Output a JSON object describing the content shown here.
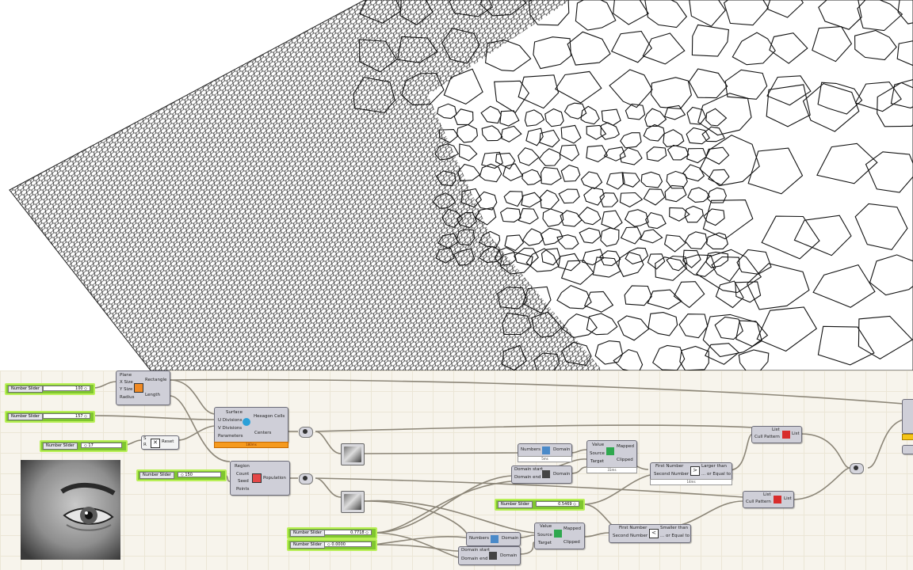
{
  "viewport": {
    "description_icon": "voronoi-mesh-render"
  },
  "sliders": [
    {
      "label": "Number Slider",
      "value": "100 ◇"
    },
    {
      "label": "Number Slider",
      "value": "157 ◇"
    },
    {
      "label": "Number Slider",
      "value": "◇ 17"
    },
    {
      "label": "Number Slider",
      "value": "◇ 150"
    },
    {
      "label": "Number Slider",
      "value": "0.5469 ◇"
    },
    {
      "label": "Number Slider",
      "value": "0.7718 ◇"
    },
    {
      "label": "Number Slider",
      "value": "◇ 0.0000"
    }
  ],
  "nodes": {
    "rectangle": {
      "inputs": [
        "Plane",
        "X Size",
        "Y Size",
        "Radius"
      ],
      "outputs": [
        "Rectangle",
        "Length"
      ]
    },
    "hexagon": {
      "inputs": [
        "Surface",
        "U Divisions",
        "V Divisions",
        "Parameters"
      ],
      "outputs": [
        "Hexagon Cells",
        "Centers"
      ],
      "timer": "180ms"
    },
    "reset": {
      "inputs": [
        "S",
        "R"
      ],
      "label": "Reset"
    },
    "populate": {
      "inputs": [
        "Region",
        "Count",
        "Seed",
        "Points"
      ],
      "output": "Population"
    },
    "domain1": {
      "input": "Numbers",
      "output": "Domain",
      "timer": "5ms"
    },
    "remap1": {
      "inputs": [
        "Value",
        "Source",
        "Target"
      ],
      "outputs": [
        "Mapped",
        "Clipped"
      ],
      "timer": "31ms"
    },
    "larger": {
      "inputs": [
        "First Number",
        "Second Number"
      ],
      "outputs": [
        "Larger than",
        "... or Equal to"
      ],
      "timer": "14ms"
    },
    "cull1": {
      "inputs": [
        "List",
        "Cull Pattern"
      ],
      "output": "List"
    },
    "construct_domain1": {
      "inputs": [
        "Domain start",
        "Domain end"
      ],
      "output": "Domain"
    },
    "cull2": {
      "inputs": [
        "List",
        "Cull Pattern"
      ],
      "output": "List"
    },
    "domain2": {
      "input": "Numbers",
      "output": "Domain"
    },
    "remap2": {
      "inputs": [
        "Value",
        "Source",
        "Target"
      ],
      "outputs": [
        "Mapped",
        "Clipped"
      ]
    },
    "smaller": {
      "inputs": [
        "First Number",
        "Second Number"
      ],
      "outputs": [
        "Smaller than",
        "... or Equal to"
      ]
    },
    "construct_domain2": {
      "inputs": [
        "Domain start",
        "Domain end"
      ],
      "output": "Domain"
    }
  },
  "colors": {
    "slider_green": "#7fc62f",
    "canvas_bg": "#f7f4ec",
    "timer_orange": "#f59a1e"
  }
}
